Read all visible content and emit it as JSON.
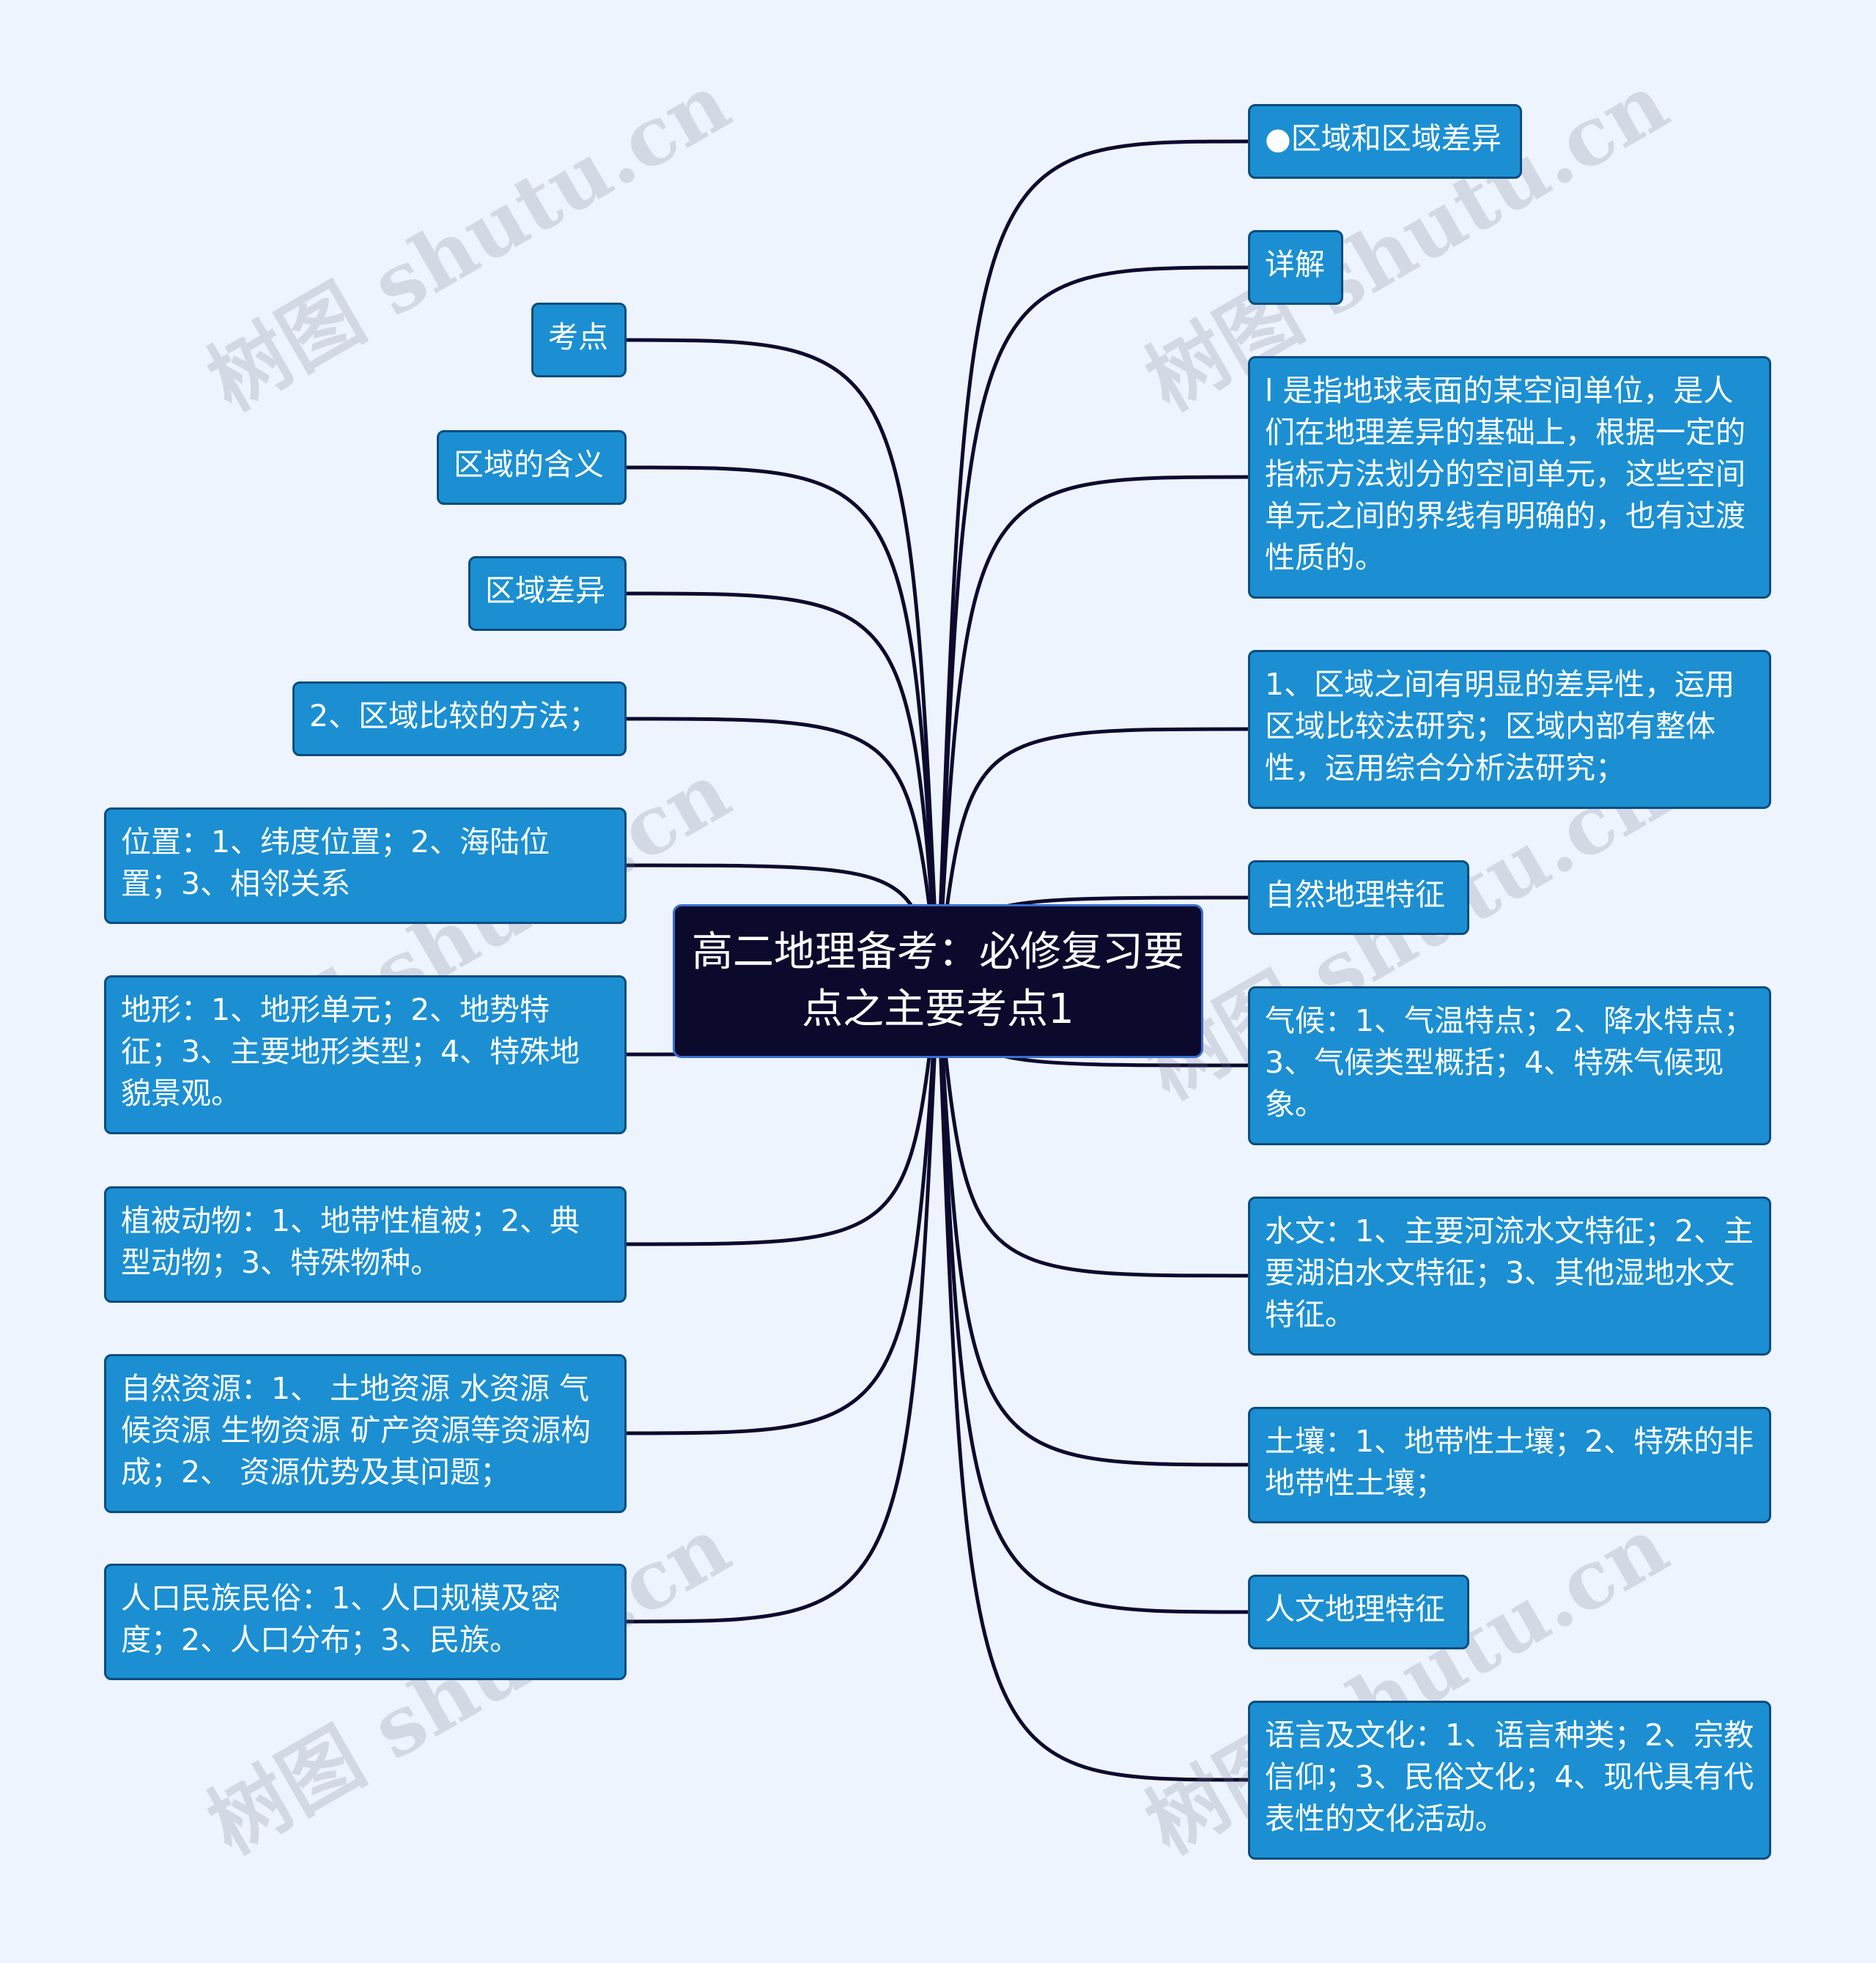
{
  "central": "高二地理备考：必修复习要点之主要考点1",
  "left_nodes": [
    "考点",
    "区域的含义",
    "区域差异",
    "2、区域比较的方法；",
    "位置：1、纬度位置；2、海陆位置；3、相邻关系",
    "地形：1、地形单元；2、地势特征；3、主要地形类型；4、特殊地貌景观。",
    "植被动物：1、地带性植被；2、典型动物；3、特殊物种。",
    "自然资源：1、 土地资源 水资源 气候资源 生物资源 矿产资源等资源构成；2、 资源优势及其问题；",
    "人口民族民俗：1、人口规模及密度；2、人口分布；3、民族。"
  ],
  "right_nodes": [
    "●区域和区域差异",
    "详解",
    "l 是指地球表面的某空间单位，是人们在地理差异的基础上，根据一定的指标方法划分的空间单元，这些空间单元之间的界线有明确的，也有过渡性质的。",
    "1、区域之间有明显的差异性，运用区域比较法研究；区域内部有整体性，运用综合分析法研究；",
    "自然地理特征",
    "气候：1、气温特点；2、降水特点；3、气候类型概括；4、特殊气候现象。",
    "水文：1、主要河流水文特征；2、主要湖泊水文特征；3、其他湿地水文特征。",
    "土壤：1、地带性土壤；2、特殊的非地带性土壤；",
    "人文地理特征",
    "语言及文化：1、语言种类；2、宗教信仰；3、民俗文化；4、现代具有代表性的文化活动。"
  ],
  "watermark": "树图 shutu.cn",
  "colors": {
    "background": "#eef4fe",
    "node": "#1b8fd2",
    "center": "#0b0a2d",
    "link": "#0d0a2e"
  }
}
